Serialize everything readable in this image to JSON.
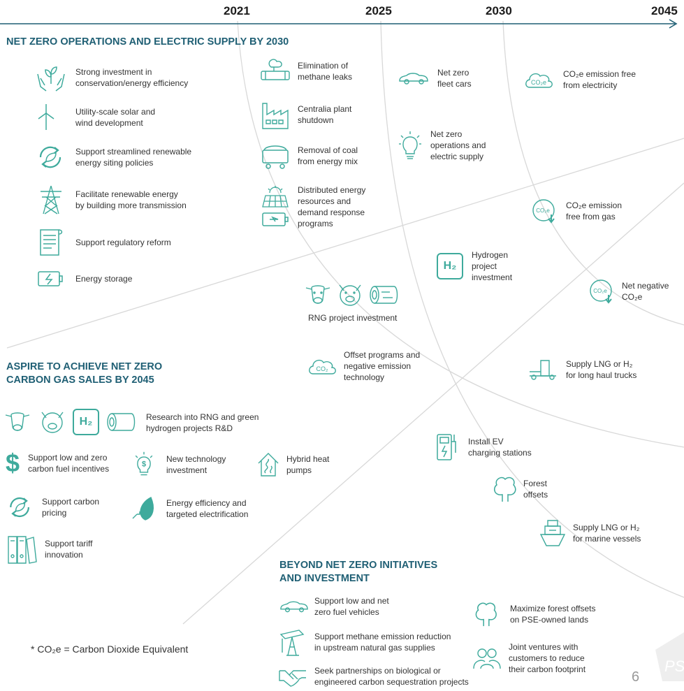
{
  "timeline": {
    "years": [
      "2021",
      "2025",
      "2030",
      "2045"
    ]
  },
  "colors": {
    "teal": "#3eaa9c",
    "navy": "#1f5f74",
    "line": "#d8d8d8"
  },
  "sections": {
    "operations": "NET ZERO OPERATIONS AND ELECTRIC SUPPLY BY 2030",
    "gas": "ASPIRE TO ACHIEVE NET ZERO\nCARBON GAS SALES BY 2045",
    "beyond": "BEYOND NET ZERO INITIATIVES\nAND INVESTMENT"
  },
  "operations_items": [
    {
      "icon": "hands-plant-icon",
      "label": "Strong investment in\nconservation/energy efficiency"
    },
    {
      "icon": "wind-turbine-icon",
      "label": "Utility-scale solar and\nwind development"
    },
    {
      "icon": "recycle-leaf-icon",
      "label": "Support streamlined renewable\nenergy siting policies"
    },
    {
      "icon": "transmission-tower-icon",
      "label": "Facilitate renewable energy\nby building more transmission"
    },
    {
      "icon": "document-icon",
      "label": "Support regulatory reform"
    },
    {
      "icon": "battery-icon",
      "label": "Energy storage"
    }
  ],
  "col2_items": [
    {
      "icon": "pipe-leak-icon",
      "label": "Elimination of\nmethane leaks"
    },
    {
      "icon": "factory-icon",
      "label": "Centralia plant\nshutdown"
    },
    {
      "icon": "coal-cart-icon",
      "label": "Removal of coal\nfrom energy mix"
    },
    {
      "icon": "solar-panel-icon",
      "label": "Distributed energy\nresources and\ndemand response\nprograms"
    }
  ],
  "col3_items": [
    {
      "icon": "car-icon",
      "label": "Net zero\nfleet cars"
    },
    {
      "icon": "lightbulb-icon",
      "label": "Net zero\noperations and\nelectric supply"
    }
  ],
  "col4_items": [
    {
      "icon": "co2-cloud-icon",
      "label": "CO₂e emission free\nfrom electricity"
    },
    {
      "icon": "co2-down-icon",
      "label": "CO₂e emission\nfree from gas"
    },
    {
      "icon": "co2-down-icon",
      "label": "Net negative\nCO₂e"
    }
  ],
  "hydrogen": {
    "icon_text": "H₂",
    "label": "Hydrogen\nproject\ninvestment"
  },
  "rng": {
    "label": "RNG project investment"
  },
  "offset": {
    "icon_text": "CO₂",
    "label": "Offset programs and\nnegative emission\ntechnology"
  },
  "trucks": {
    "label": "Supply LNG or H₂\nfor long haul trucks"
  },
  "gas_items": {
    "research": {
      "h2": "H₂",
      "label": "Research into RNG and green\nhydrogen projects R&D"
    },
    "incentives": "Support low and zero\ncarbon fuel incentives",
    "newtech": "New technology\ninvestment",
    "hybrid": "Hybrid heat\npumps",
    "carbon": "Support carbon\npricing",
    "efficiency": "Energy efficiency and\ntargeted electrification",
    "tariff": "Support tariff\ninnovation"
  },
  "ev": {
    "label": "Install EV\ncharging stations"
  },
  "forest": {
    "label": "Forest\noffsets"
  },
  "marine": {
    "label": "Supply LNG or H₂\nfor marine vessels"
  },
  "beyond_items": {
    "vehicles": "Support low and net\nzero fuel vehicles",
    "methane": "Support methane emission reduction\nin upstream natural gas supplies",
    "partnerships": "Seek partnerships on biological or\nengineered carbon sequestration projects",
    "forest_pse": "Maximize forest offsets\non PSE-owned lands",
    "joint": "Joint ventures with\ncustomers to reduce\ntheir carbon footprint"
  },
  "footnote": "* CO₂e = Carbon Dioxide Equivalent",
  "page_number": "6",
  "logo_text": "PS"
}
